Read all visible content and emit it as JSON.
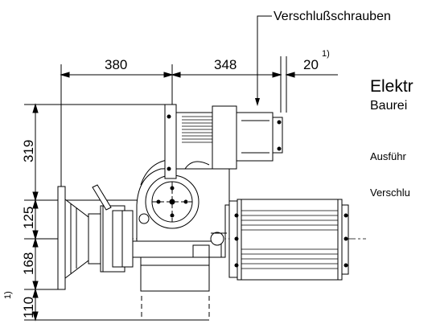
{
  "callout": {
    "text": "Verschlußschrauben"
  },
  "dimensions": {
    "top": [
      "380",
      "348",
      "20"
    ],
    "left": [
      "319",
      "125",
      "168",
      "110"
    ],
    "footnote_marker": "1)"
  },
  "text_block": {
    "title": "Elektr",
    "subtitle": "Baurei",
    "line1": "Ausführ",
    "line2": "Verschlu"
  }
}
